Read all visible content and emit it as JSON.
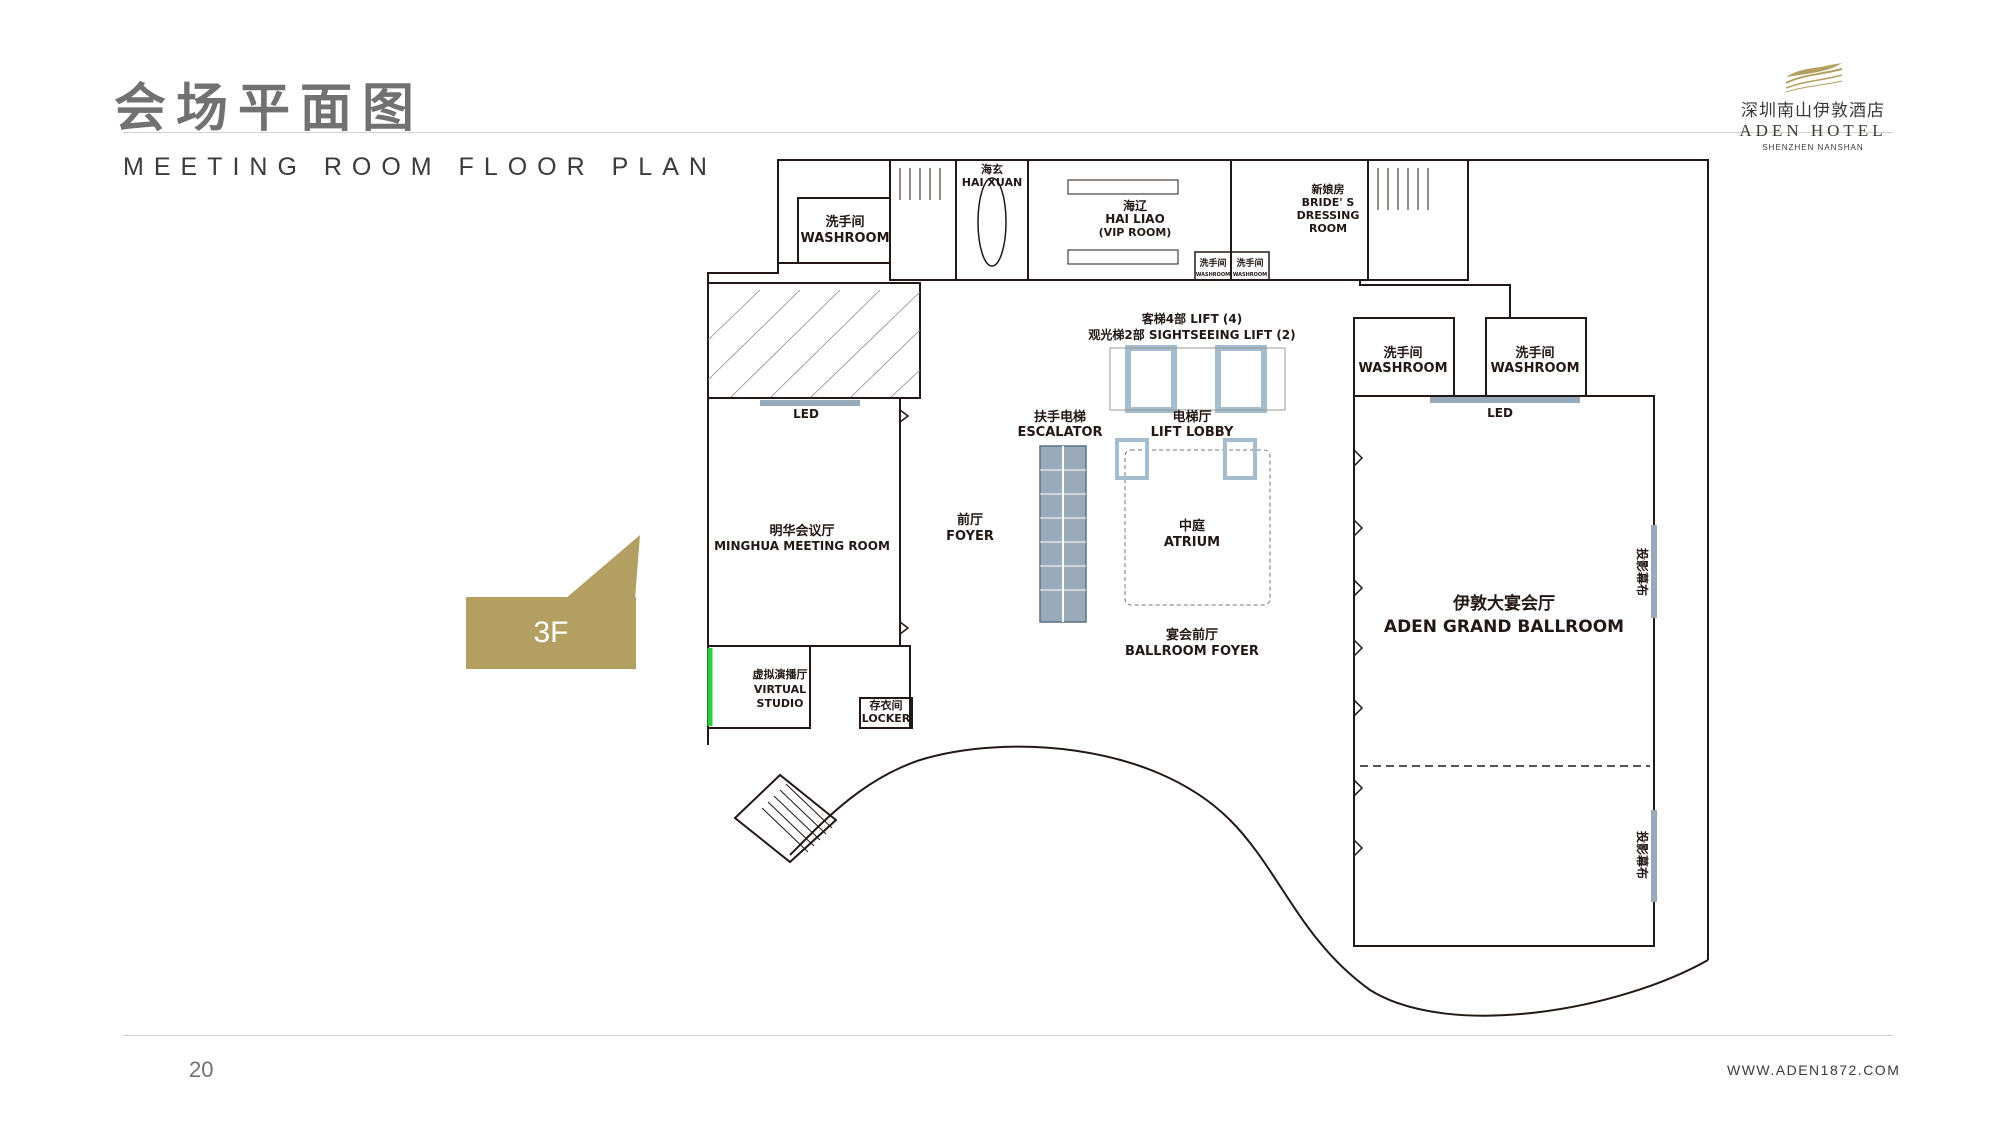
{
  "header": {
    "title_cn": "会场平面图",
    "title_en": "MEETING ROOM FLOOR PLAN"
  },
  "brand": {
    "name_cn": "深圳南山伊敦酒店",
    "name_en": "ADEN HOTEL",
    "subtitle": "SHENZHEN NANSHAN",
    "logo_icon": "wave-lines-logo",
    "gold_color": "#b49f62"
  },
  "floor_badge": "3F",
  "footer": {
    "page_number": "20",
    "website": "WWW.ADEN1872.COM"
  },
  "floor_plan": {
    "rooms": {
      "washroom_nw": {
        "cn": "洗手间",
        "en": "WASHROOM"
      },
      "hai_xuan": {
        "cn": "海玄",
        "en": "HAI XUAN"
      },
      "hai_liao": {
        "cn": "海辽",
        "en": "HAI LIAO",
        "sub": "(VIP ROOM)"
      },
      "small_washroom": "洗手间",
      "small_washroom_en": "WASHROOM",
      "bride": {
        "cn": "新娘房",
        "en1": "BRIDE' S",
        "en2": "DRESSING",
        "en3": "ROOM"
      },
      "lifts": {
        "line1": "客梯4部 LIFT (4)",
        "line2": "观光梯2部 SIGHTSEEING LIFT (2)"
      },
      "washroom_e1": {
        "cn": "洗手间",
        "en": "WASHROOM"
      },
      "washroom_e2": {
        "cn": "洗手间",
        "en": "WASHROOM"
      },
      "led": "LED",
      "escalator": {
        "cn": "扶手电梯",
        "en": "ESCALATOR"
      },
      "lift_lobby": {
        "cn": "电梯厅",
        "en": "LIFT LOBBY"
      },
      "minghua": {
        "cn": "明华会议厅",
        "en": "MINGHUA MEETING ROOM"
      },
      "foyer": {
        "cn": "前厅",
        "en": "FOYER"
      },
      "atrium": {
        "cn": "中庭",
        "en": "ATRIUM"
      },
      "ballroom": {
        "cn": "伊敦大宴会厅",
        "en": "ADEN GRAND BALLROOM"
      },
      "projection": "投影幕布",
      "ballroom_foyer": {
        "cn": "宴会前厅",
        "en": "BALLROOM FOYER"
      },
      "virtual": {
        "cn": "虚拟演播厅",
        "en1": "VIRTUAL",
        "en2": "STUDIO"
      },
      "locker": {
        "cn": "存衣间",
        "en": "LOCKER"
      }
    },
    "colors": {
      "wall": "#231815",
      "led_bar": "#98a9bb",
      "escalator": "#9aaab9",
      "lift": "#a4bccd",
      "virtual_wall": "#2ecc40"
    }
  }
}
